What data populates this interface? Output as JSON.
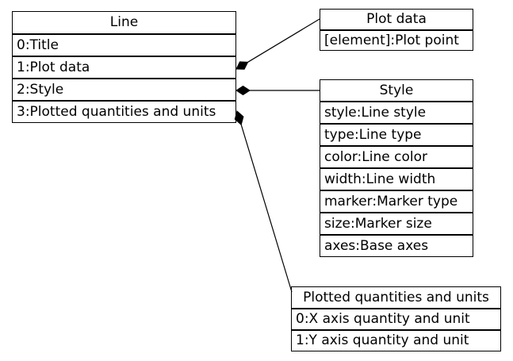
{
  "diagram": {
    "background_color": "#ffffff",
    "line_color": "#000000",
    "text_color": "#000000",
    "boxes": {
      "line": {
        "title": "Line",
        "rows": [
          "0:Title",
          "1:Plot data",
          "2:Style",
          "3:Plotted quantities and units"
        ]
      },
      "plot_data": {
        "title": "Plot data",
        "rows": [
          "[element]:Plot point"
        ]
      },
      "style": {
        "title": "Style",
        "rows": [
          "style:Line style",
          "type:Line type",
          "color:Line color",
          "width:Line width",
          "marker:Marker type",
          "size:Marker size",
          "axes:Base axes"
        ]
      },
      "plotted_quantities": {
        "title": "Plotted quantities and units",
        "rows": [
          "0:X axis quantity and unit",
          "1:Y axis quantity and unit"
        ]
      }
    },
    "relationships": [
      {
        "from": "Line",
        "from_row": "1:Plot data",
        "to": "Plot data",
        "type": "composition"
      },
      {
        "from": "Line",
        "from_row": "2:Style",
        "to": "Style",
        "type": "composition"
      },
      {
        "from": "Line",
        "from_row": "3:Plotted quantities and units",
        "to": "Plotted quantities and units",
        "type": "composition"
      }
    ]
  }
}
